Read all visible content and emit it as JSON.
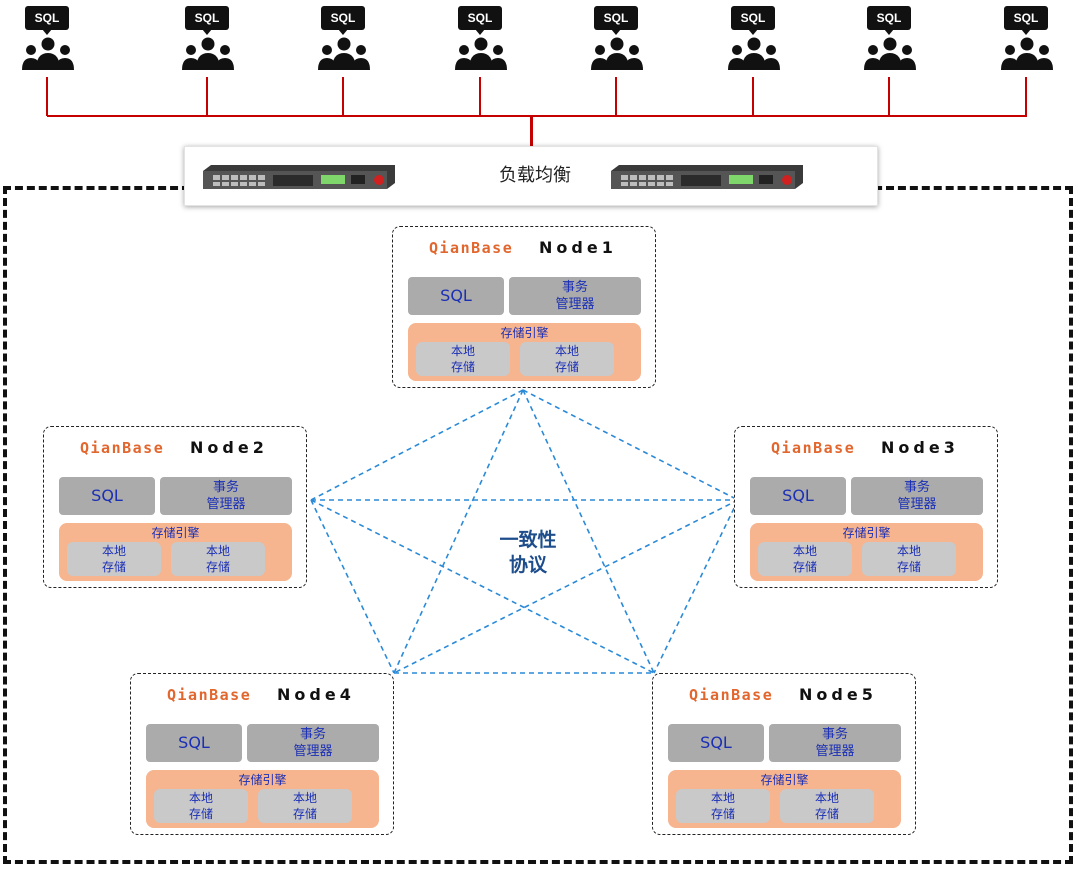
{
  "clients": {
    "label": "SQL",
    "count": 8,
    "icon": "people-group-icon"
  },
  "load_balancer": {
    "label": "负载均衡",
    "device_icon": "server-appliance-icon"
  },
  "nodes": [
    {
      "brand": "QianBase",
      "name": "Node1",
      "sql": "SQL",
      "tx_line1": "事务",
      "tx_line2": "管理器",
      "engine": "存储引擎",
      "store1_line1": "本地",
      "store1_line2": "存储",
      "store2_line1": "本地",
      "store2_line2": "存储"
    },
    {
      "brand": "QianBase",
      "name": "Node2",
      "sql": "SQL",
      "tx_line1": "事务",
      "tx_line2": "管理器",
      "engine": "存储引擎",
      "store1_line1": "本地",
      "store1_line2": "存储",
      "store2_line1": "本地",
      "store2_line2": "存储"
    },
    {
      "brand": "QianBase",
      "name": "Node3",
      "sql": "SQL",
      "tx_line1": "事务",
      "tx_line2": "管理器",
      "engine": "存储引擎",
      "store1_line1": "本地",
      "store1_line2": "存储",
      "store2_line1": "本地",
      "store2_line2": "存储"
    },
    {
      "brand": "QianBase",
      "name": "Node4",
      "sql": "SQL",
      "tx_line1": "事务",
      "tx_line2": "管理器",
      "engine": "存储引擎",
      "store1_line1": "本地",
      "store1_line2": "存储",
      "store2_line1": "本地",
      "store2_line2": "存储"
    },
    {
      "brand": "QianBase",
      "name": "Node5",
      "sql": "SQL",
      "tx_line1": "事务",
      "tx_line2": "管理器",
      "engine": "存储引擎",
      "store1_line1": "本地",
      "store1_line2": "存储",
      "store2_line1": "本地",
      "store2_line2": "存储"
    }
  ],
  "consensus": {
    "line1": "一致性",
    "line2": "协议"
  },
  "colors": {
    "wire": "#c40000",
    "brand": "#e2672e",
    "component_text": "#1b2fb5",
    "engine_fill": "#f6b48f",
    "consensus_lines": "#2a8ad8",
    "consensus_text": "#1e4d8c"
  }
}
